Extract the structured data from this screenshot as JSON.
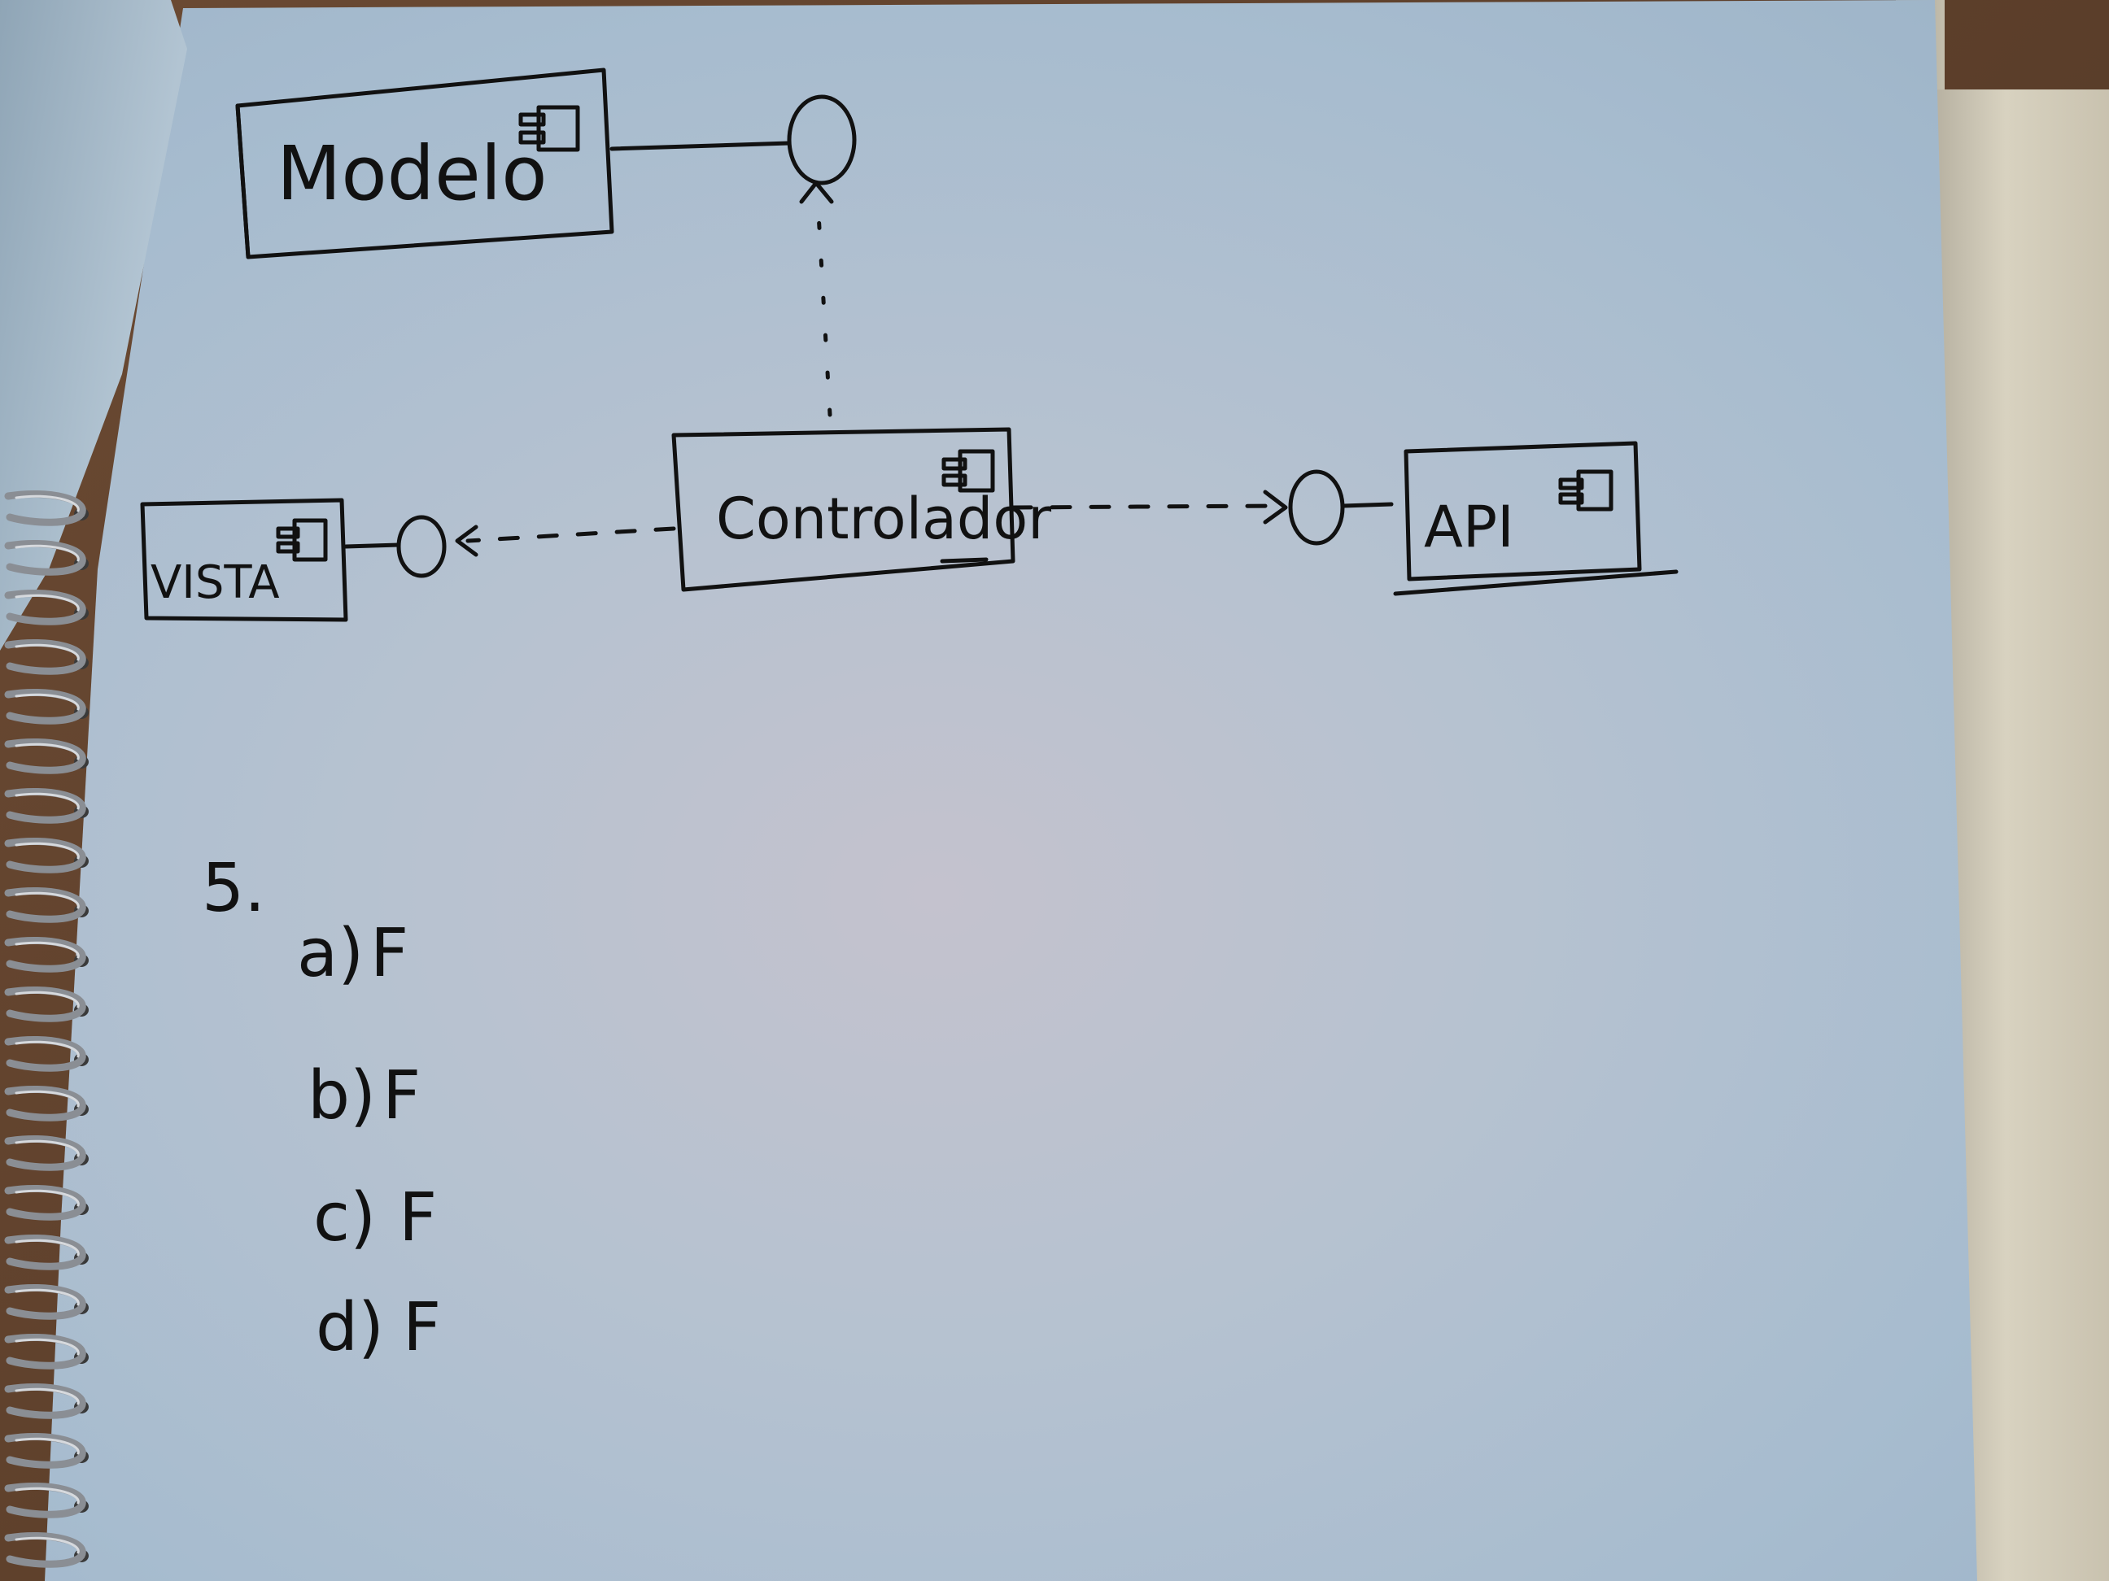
{
  "components": [
    {
      "id": "modelo",
      "name": "Modelo"
    },
    {
      "id": "controlador",
      "name": "Controlador"
    },
    {
      "id": "vista",
      "name": "VISTA"
    },
    {
      "id": "api",
      "name": "API"
    }
  ],
  "question": {
    "number": "5.",
    "answers": [
      {
        "letter": "a)",
        "value": "F"
      },
      {
        "letter": "b)",
        "value": "F"
      },
      {
        "letter": "c)",
        "value": "F"
      },
      {
        "letter": "d)",
        "value": "F"
      }
    ]
  },
  "colors": {
    "paper": "#b6c2d0",
    "ink": "#111111",
    "background": "#5a3f2c"
  },
  "icons": [
    "component-icon",
    "interface-lollipop-icon"
  ]
}
